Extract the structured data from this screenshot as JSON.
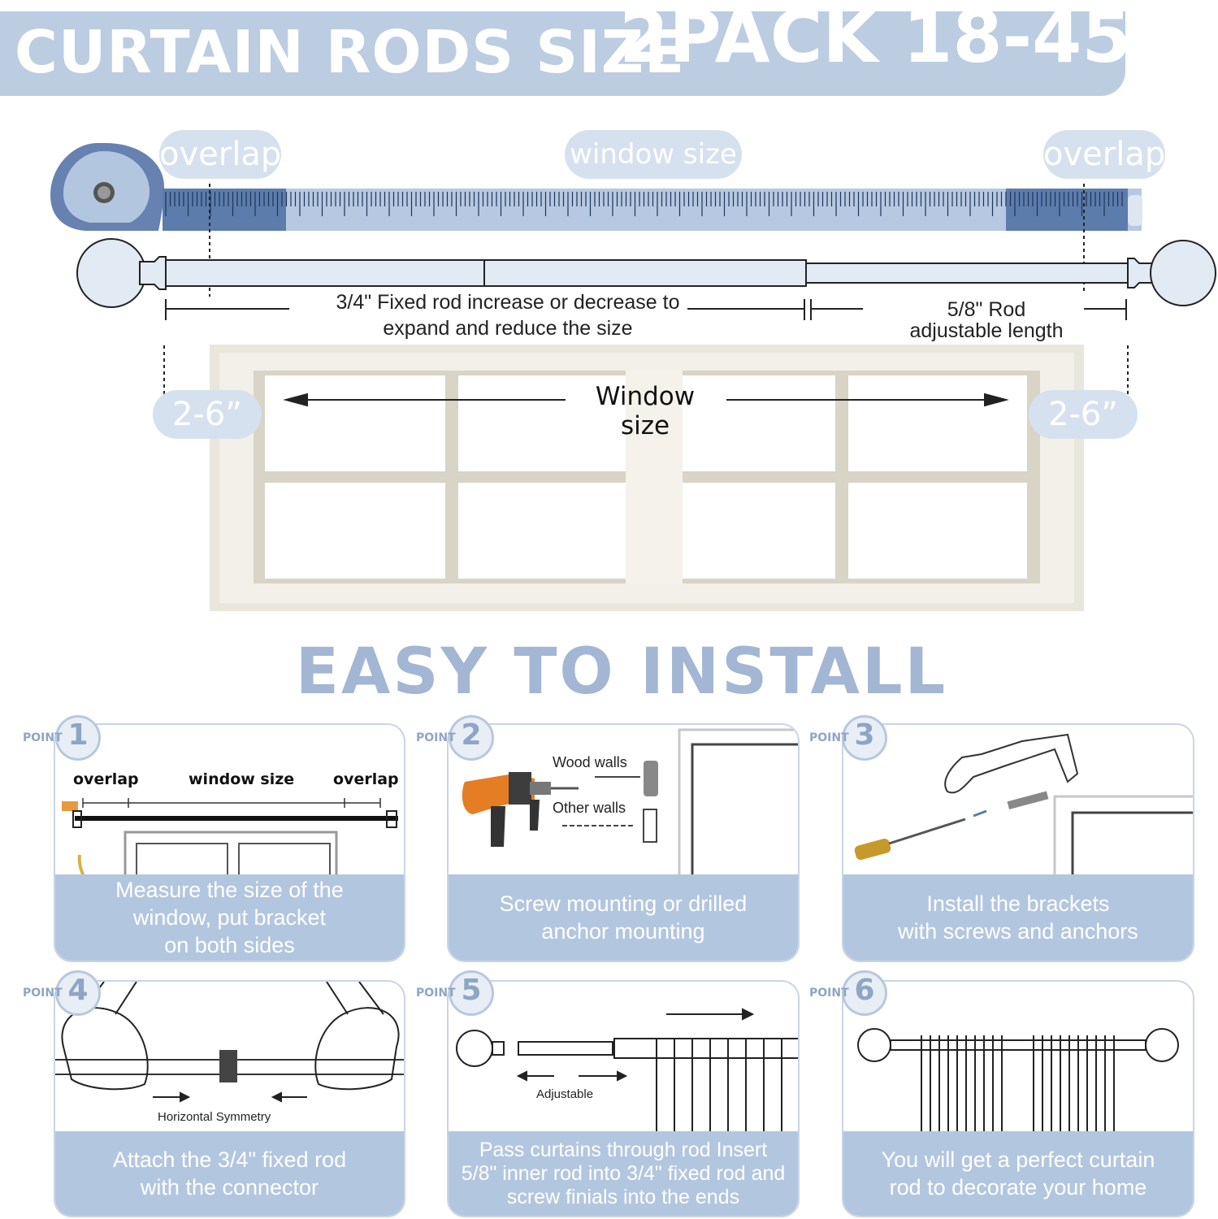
{
  "header": {
    "title_left": "CURTAIN RODS SIZE",
    "title_right": "2PACK 18-45”"
  },
  "diagram": {
    "label_overlap_left": "overlap",
    "label_window_size": "window size",
    "label_overlap_right": "overlap",
    "fixed_rod_line1": "3/4\" Fixed rod  increase or decrease to",
    "fixed_rod_line2": "expand and reduce the size",
    "adjustable_line1": "5/8\" Rod",
    "adjustable_line2": "adjustable length",
    "window_size_arrow": "Window size",
    "side_left": "2-6”",
    "side_right": "2-6”"
  },
  "install": {
    "title": "EASY TO INSTALL",
    "point_word": "POINT",
    "steps": [
      {
        "num": "1",
        "caption_lines": [
          "Measure the size of the",
          "window, put bracket",
          "on both sides"
        ],
        "labels": {
          "overlap_left": "overlap",
          "window_size": "window size",
          "overlap_right": "overlap"
        }
      },
      {
        "num": "2",
        "caption_lines": [
          "Screw mounting or drilled",
          "anchor mounting"
        ],
        "labels": {
          "wood_walls": "Wood walls",
          "other_walls": "Other walls"
        }
      },
      {
        "num": "3",
        "caption_lines": [
          "Install the brackets",
          "with screws and anchors"
        ]
      },
      {
        "num": "4",
        "caption_lines": [
          "Attach the 3/4\" fixed rod",
          "with the connector"
        ],
        "labels": {
          "symmetry": "Horizontal Symmetry"
        }
      },
      {
        "num": "5",
        "caption_lines": [
          "Pass curtains through rod Insert",
          "5/8\" inner rod into  3/4\" fixed rod and",
          "screw  finials into the ends"
        ],
        "labels": {
          "adjustable": "Adjustable"
        }
      },
      {
        "num": "6",
        "caption_lines": [
          "You will get a perfect curtain",
          "rod to decorate your home"
        ]
      }
    ]
  },
  "colors": {
    "banner": "#bccde2",
    "accent_dark": "#5c7cac",
    "accent_light": "#d6e1ef",
    "caption_bg": "#b3c6df",
    "window_frame": "#e9e6dc"
  }
}
